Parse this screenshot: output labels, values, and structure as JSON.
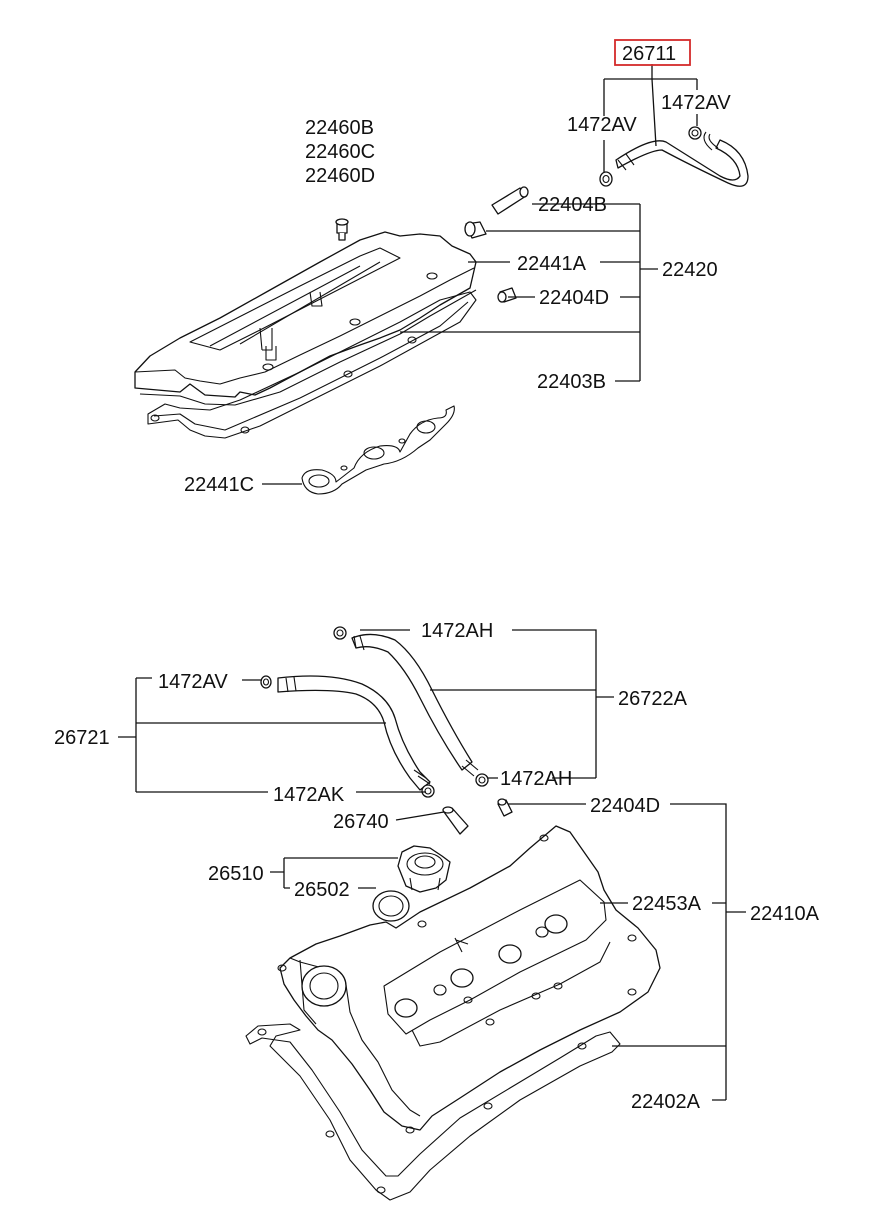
{
  "highlight_color": "#d42a2a",
  "labels": {
    "p26711": "26711",
    "p1472AV_a": "1472AV",
    "p1472AV_b": "1472AV",
    "p22460B": "22460B",
    "p22460C": "22460C",
    "p22460D": "22460D",
    "p22404B": "22404B",
    "p22441A": "22441A",
    "p22420": "22420",
    "p22404D_top": "22404D",
    "p22403B": "22403B",
    "p22441C": "22441C",
    "p1472AH_a": "1472AH",
    "p26722A": "26722A",
    "p1472AV_c": "1472AV",
    "p26721": "26721",
    "p1472AK": "1472AK",
    "p1472AH_b": "1472AH",
    "p22404D_bot": "22404D",
    "p26740": "26740",
    "p26510": "26510",
    "p26502": "26502",
    "p22453A": "22453A",
    "p22410A": "22410A",
    "p22402A": "22402A"
  }
}
